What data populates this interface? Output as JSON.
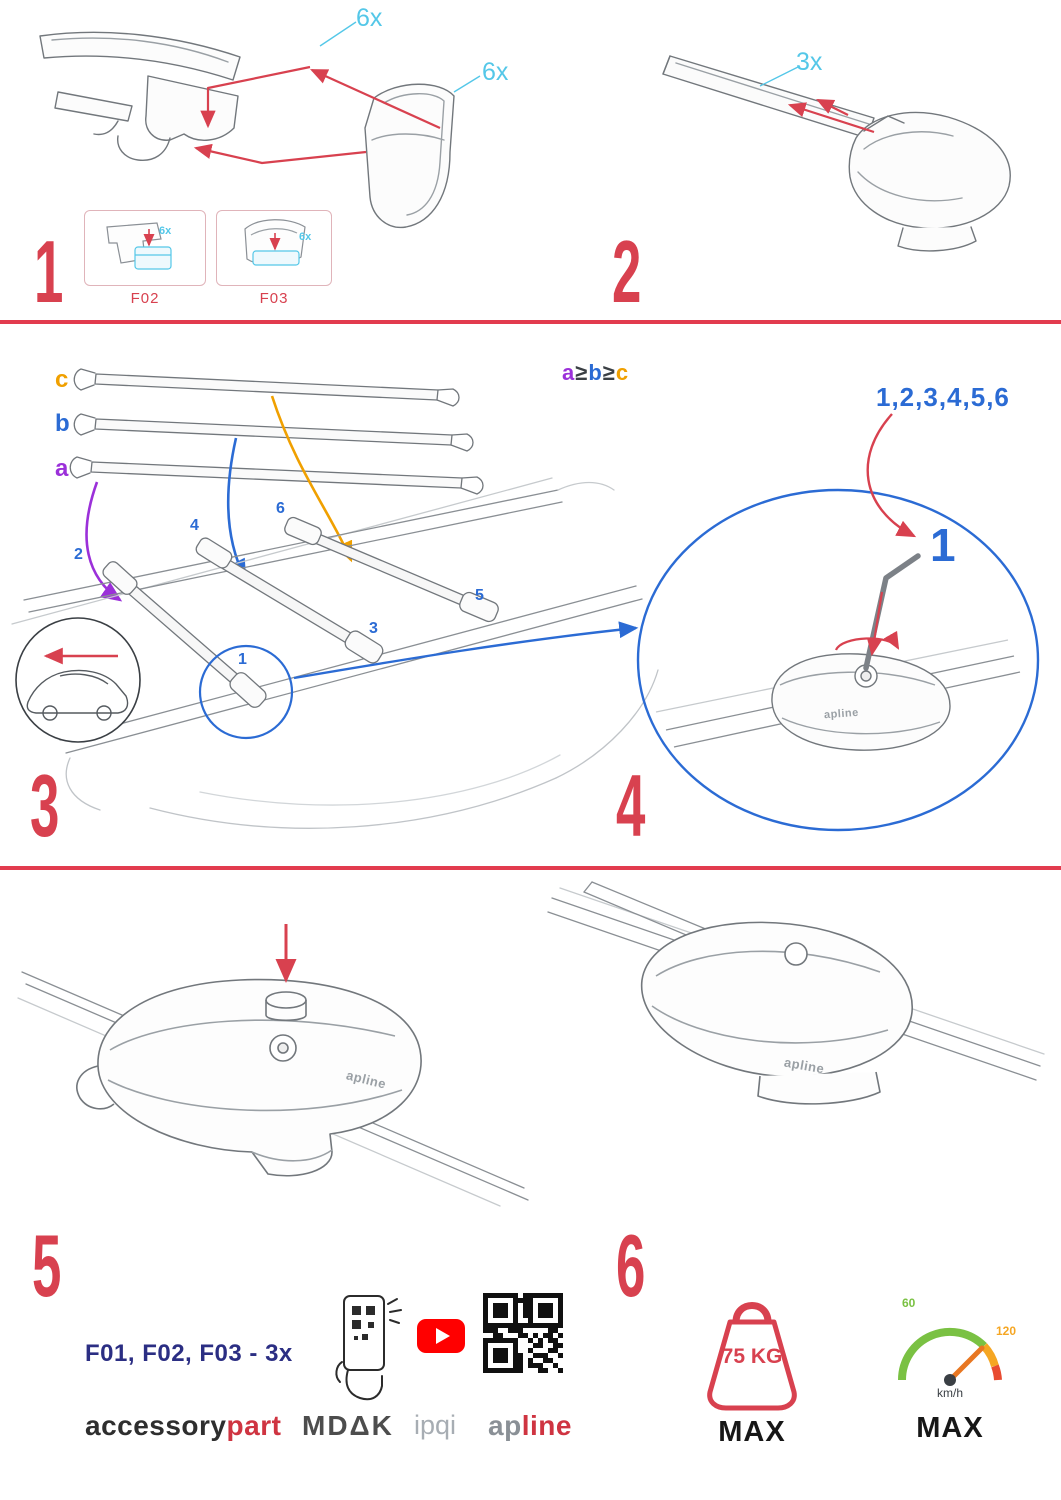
{
  "colors": {
    "accent_red": "#d8414f",
    "cyan": "#54c7e8",
    "blue": "#2b6bd4",
    "purple": "#9b30d9",
    "orange": "#f0a000",
    "navy": "#2b2e83",
    "green": "#7ac143",
    "speed_orange": "#f5a623",
    "youtube_red": "#ff0000"
  },
  "steps": {
    "s1": {
      "number": "1",
      "qty_top": "6x",
      "qty_side": "6x",
      "box1_label": "F02",
      "box1_qty": "6x",
      "box2_label": "F03",
      "box2_qty": "6x"
    },
    "s2": {
      "number": "2",
      "qty": "3x"
    },
    "s3": {
      "number": "3",
      "bar_a": "a",
      "bar_b": "b",
      "bar_c": "c",
      "formula_a": "a",
      "formula_b": "b",
      "formula_c": "c",
      "ge": "≥",
      "p1": "1",
      "p2": "2",
      "p3": "3",
      "p4": "4",
      "p5": "5",
      "p6": "6"
    },
    "s4": {
      "number": "4",
      "sequence": "1,2,3,4,5,6",
      "first": "1"
    },
    "s5": {
      "number": "5"
    },
    "s6": {
      "number": "6"
    }
  },
  "misc": {
    "clamp_logo": "apline"
  },
  "footer": {
    "parts_note": "F01, F02, F03 - 3x",
    "brand_accessory": "accessory",
    "brand_part": "part",
    "brand_mdak": "MDΔK",
    "brand_ipqi": "ipqi",
    "brand_ap": "ap",
    "brand_line": "line",
    "weight_value": "75 KG",
    "weight_max": "MAX",
    "speed_low": "60",
    "speed_high": "120",
    "speed_unit": "km/h",
    "speed_max": "MAX"
  }
}
